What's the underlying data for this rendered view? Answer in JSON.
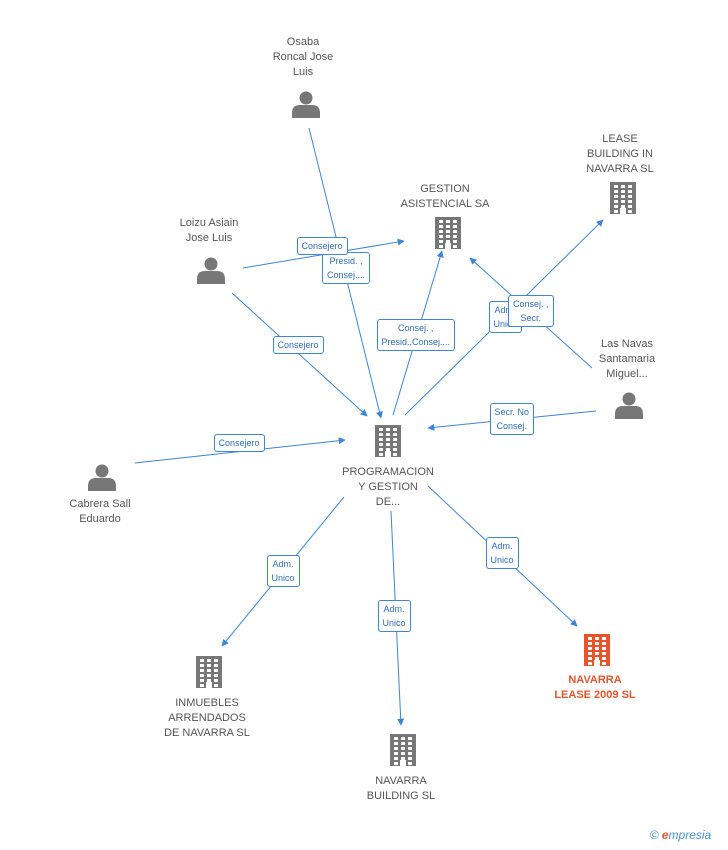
{
  "colors": {
    "edge": "#3d85d9",
    "edge_text": "#2f6fba",
    "node_icon": "#777777",
    "highlight": "#e8542e",
    "label": "#555555"
  },
  "nodes": [
    {
      "id": "programacion",
      "kind": "company",
      "lines": [
        "PROGRAMACION",
        "Y GESTION",
        "DE..."
      ],
      "highlight": false
    },
    {
      "id": "osaba",
      "kind": "person",
      "lines": [
        "Osaba",
        "Roncal Jose",
        "Luis"
      ],
      "highlight": false
    },
    {
      "id": "loizu",
      "kind": "person",
      "lines": [
        "Loizu Asiain",
        "Jose Luis"
      ],
      "highlight": false
    },
    {
      "id": "cabrera",
      "kind": "person",
      "lines": [
        "Cabrera Sall",
        "Eduardo"
      ],
      "highlight": false
    },
    {
      "id": "lasnavas",
      "kind": "person",
      "lines": [
        "Las Navas",
        "Santamaria",
        "Miguel..."
      ],
      "highlight": false
    },
    {
      "id": "gestion",
      "kind": "company",
      "lines": [
        "GESTION",
        "ASISTENCIAL SA"
      ],
      "highlight": false
    },
    {
      "id": "lease_building",
      "kind": "company",
      "lines": [
        "LEASE",
        "BUILDING IN",
        "NAVARRA SL"
      ],
      "highlight": false
    },
    {
      "id": "inmuebles",
      "kind": "company",
      "lines": [
        "INMUEBLES",
        "ARRENDADOS",
        "DE NAVARRA SL"
      ],
      "highlight": false
    },
    {
      "id": "navarra_building",
      "kind": "company",
      "lines": [
        "NAVARRA",
        "BUILDING SL"
      ],
      "highlight": false
    },
    {
      "id": "navarra_lease",
      "kind": "company",
      "lines": [
        "NAVARRA",
        "LEASE 2009 SL"
      ],
      "highlight": true
    }
  ],
  "edges": [
    {
      "id": "e1",
      "from": "osaba",
      "to": "programacion",
      "label": [
        "Presid. ,",
        "Consej...."
      ]
    },
    {
      "id": "e2",
      "from": "loizu",
      "to": "gestion",
      "label": [
        "Consejero"
      ]
    },
    {
      "id": "e3",
      "from": "loizu",
      "to": "programacion",
      "label": [
        "Consejero"
      ]
    },
    {
      "id": "e4",
      "from": "cabrera",
      "to": "programacion",
      "label": [
        "Consejero"
      ]
    },
    {
      "id": "e5",
      "from": "programacion",
      "to": "gestion",
      "label": [
        "Consej. ,",
        "Presid.,Consej...."
      ]
    },
    {
      "id": "e6",
      "from": "programacion",
      "to": "lease_building",
      "label": [
        "Adm.",
        "Unico"
      ]
    },
    {
      "id": "e7",
      "from": "lasnavas",
      "to": "gestion",
      "label": [
        "Consej. ,",
        "Secr."
      ]
    },
    {
      "id": "e8",
      "from": "lasnavas",
      "to": "programacion",
      "label": [
        "Secr.  No",
        "Consej."
      ]
    },
    {
      "id": "e9",
      "from": "programacion",
      "to": "inmuebles",
      "label": [
        "Adm.",
        "Unico"
      ]
    },
    {
      "id": "e10",
      "from": "programacion",
      "to": "navarra_building",
      "label": [
        "Adm.",
        "Unico"
      ]
    },
    {
      "id": "e11",
      "from": "programacion",
      "to": "navarra_lease",
      "label": [
        "Adm.",
        "Unico"
      ]
    }
  ],
  "brand": {
    "copyright": "©",
    "first_letter": "e",
    "rest": "mpresia"
  }
}
